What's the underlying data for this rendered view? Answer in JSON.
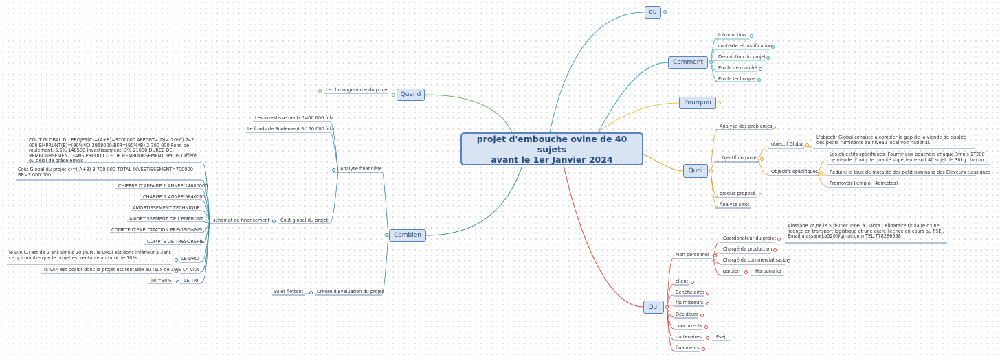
{
  "center": {
    "line1": "projet d'embouche ovine de 40 sujets",
    "line2": "avant le 1er Janvier 2024"
  },
  "colors": {
    "ou": "#4a9ec0",
    "comment": "#36a8b8",
    "pourquoi": "#e8c040",
    "quoi": "#e8a030",
    "qui": "#e04a3a",
    "quand": "#6ab86a",
    "combien": "#3a8a9a"
  },
  "topics": {
    "ou": "ou",
    "comment": "Comment",
    "pourquoi": "Pourquoi",
    "quoi": "Quoi",
    "qui": "Qui",
    "quand": "Quand",
    "combien": "Combien"
  },
  "comment": {
    "items": [
      "Introduction",
      "contexte et justification",
      "Description du projet",
      "Etude de marché",
      "Etude technique"
    ]
  },
  "quoi": {
    "analyse_problemes": "Analyse des problemes",
    "objectif_projet": "objectif du projet",
    "objectif_global": "objectif Global",
    "objectif_global_text": "L'objectif Global consiste à combler le gap de la viande  de qualité des petits ruminants au niveau local voir national.",
    "objectifs_specifiques": "Objectifs spécifiques",
    "specifiques": [
      "Les objectifs spécifiques :Fournir aux bouchers chaque 3mois 1T200 de viande d'ovin de qualité supérieure soit 40 sujet de 30kg chacun .",
      "Réduire le taux de motalité des petit ruminans des Eleveurs classiques",
      "Promovoir l'emploi (4directes)"
    ],
    "produit_propose": "produit proposé",
    "analyse_swot": "Analyse swot"
  },
  "qui": {
    "mon_personnel": "Mon personnel",
    "coordonateur": "Coordonateur du projet",
    "coordonateur_text": "Alassane ka,né le 5 février 1999 à Dahra.Célibataire titulaire d'une licence en transport logistique et une autre licence en cours au PSEJ. Email:alassaneka520@gmail.com      TEL:778286558",
    "charge_production": "Chargé de production",
    "charge_commercialisation": "Chargé de commercialisation",
    "gardien": "gardien",
    "gardien_name": "Harouna ka",
    "items": [
      "client",
      "Bénéficiaires",
      "fournisseurs",
      "Décideurs",
      "concurrents",
      "partenaires",
      "financeurs"
    ],
    "partenaires_value": "Psej"
  },
  "quand": {
    "chronogramme": "Le chronogramme du projet"
  },
  "combien": {
    "analyse_financiere": "Analyse financière",
    "investissements": "Les investissements:1400 000 fcfa",
    "fonds_roulement": "Le fonds de Roulement:3 150 000 fcfa",
    "cout_global": "Coût global du projet",
    "cout_text1": "COUT GLOBAL DU PROJET(C)=(A+B)=3700000      APPORT=(D)=(20*C) 742 000       EMPRUNT(E)=(90%*C)        2968000.BFR=(90%*B)       2 700 000   Fond de roulement: 5.5%     148500     Investissement: 3%      21000      DUREE DE REMBOURSEMENT 3ANS   PRÉODICITÉ DE REMBOURSEMENT    6MOIS   Différé ou délai de  grâce 6mois",
    "cout_text2": "Coût Global du projet(c)=( A+B)       3 700 000     TOTAL INVESTISSEMENT=700000         BR=3 000 000",
    "schemat": "schémat de financement",
    "schemat_items": [
      "CHIFFRE D'AFFAIRE 1 ANNEE:14600000",
      "CHARGE 1 ANNEE:6840000",
      "AMORTISSEMENT TECHNIQUE",
      "AMORTISSEMENT DE L'EMPRUNT",
      "COMPTE D'EXPLOITATION PREVISIONNEL",
      "COMPTE DE TRESORERIE"
    ],
    "critere": "Critère d'Evaluation du projet",
    "sujet_flottant": "Sujet flottant",
    "le_drci": "LE DRCI",
    "drci_text": "le  D.R.C.I est de 2 ans 5mois 20 jours. le DRCI est donc inférieur à 3ans ce qui montre que le projet est rentable au taux de 10%.",
    "la_van": "LA VAN",
    "van_text": "la VAN est positif donc le projet est rentable au taux de 10%",
    "le_tri": "LE TRI",
    "tri_text": "TRI=30%"
  }
}
